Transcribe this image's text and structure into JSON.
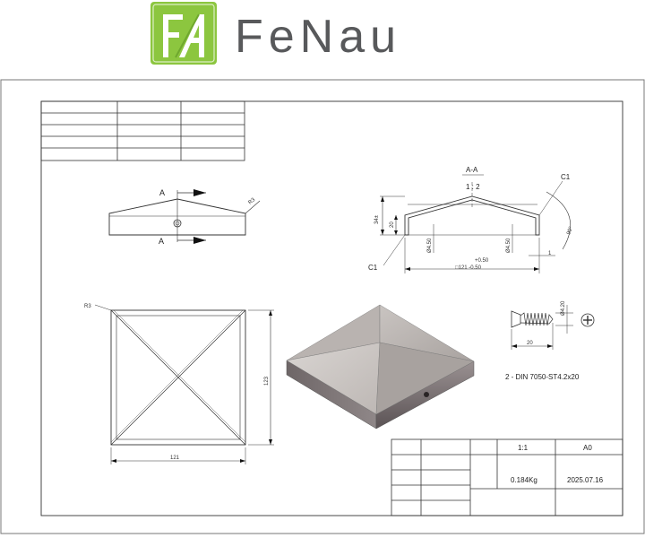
{
  "brand": {
    "logo_letters": "FA",
    "name": "FeNau",
    "colors": {
      "logo_green": "#8CC63F",
      "logo_green_dark": "#6FA82E",
      "wordmark": "#58595B"
    }
  },
  "views": {
    "top_view": {
      "section_label_top": "A",
      "section_label_bottom": "A",
      "radius": "R3"
    },
    "section_view": {
      "title": "A-A",
      "scale": "1 : 2",
      "chamfer_top": "C1",
      "chamfer_bottom": "C1",
      "height_total": "34±",
      "height_inner": "20",
      "hole_dia_left": "Ø4.50",
      "hole_dia_right": "Ø4.50",
      "angle": "90°",
      "tol_plus": "+0.50",
      "width_dim": "□121 -0.50",
      "small_dim": "1"
    },
    "plan_view": {
      "radius": "R3",
      "width": "121",
      "height": "123"
    },
    "screw": {
      "dia": "Ø4.20",
      "length": "20",
      "callout": "2 - DIN 7050-ST4.2x20"
    }
  },
  "title_block": {
    "scale": "1:1",
    "sheet": "A0",
    "weight": "0.184Kg",
    "date": "2025.07.16"
  }
}
